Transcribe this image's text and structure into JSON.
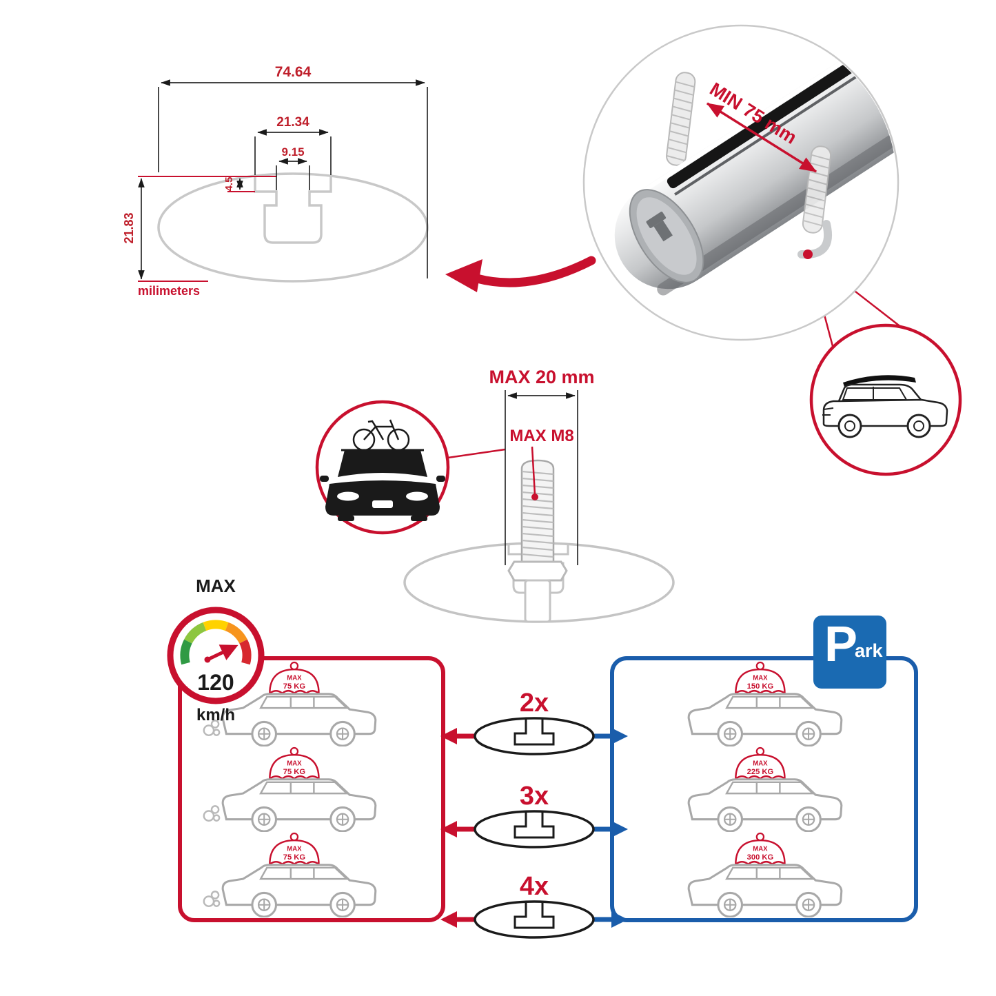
{
  "colors": {
    "accent_red": "#c8102e",
    "accent_blue": "#1a5dab",
    "drawing_gray": "#c8c8c8",
    "line_dark": "#1a1a1a"
  },
  "dimension_diagram": {
    "total_width": "74.64",
    "opening_width": "21.34",
    "slot_width": "9.15",
    "lip_depth": "4.5",
    "height": "21.83",
    "unit": "milimeters"
  },
  "bar_detail": {
    "min_label": "MIN 75 mm"
  },
  "bolt_detail": {
    "max_width": "MAX 20 mm",
    "thread": "MAX M8"
  },
  "speedometer": {
    "title": "MAX",
    "value": "120",
    "unit": "km/h"
  },
  "left_panel": {
    "cars": [
      {
        "max": "MAX",
        "load": "75 KG"
      },
      {
        "max": "MAX",
        "load": "75 KG"
      },
      {
        "max": "MAX",
        "load": "75 KG"
      }
    ]
  },
  "right_panel": {
    "cars": [
      {
        "max": "MAX",
        "load": "150 KG"
      },
      {
        "max": "MAX",
        "load": "225 KG"
      },
      {
        "max": "MAX",
        "load": "300 KG"
      }
    ]
  },
  "multipliers": [
    {
      "label": "2x"
    },
    {
      "label": "3x"
    },
    {
      "label": "4x"
    }
  ],
  "park_sign": {
    "letter": "P",
    "suffix": "ark"
  }
}
